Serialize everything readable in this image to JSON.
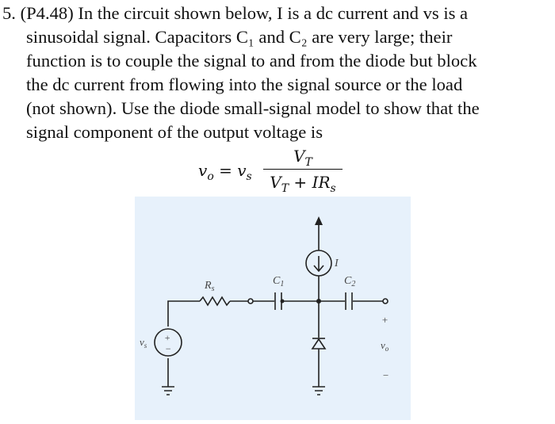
{
  "problem": {
    "lines": [
      "5. (P4.48) In the circuit shown below, I is a dc current and vs is a",
      "sinusoidal signal. Capacitors C₁ and C₂ are very large; their",
      "function is to couple the signal to and from the diode but block",
      "the dc current from flowing into the signal source or the load",
      "(not shown). Use the diode small-signal model to show that the",
      "signal component of the output voltage is"
    ]
  },
  "equation": {
    "lhs": "v",
    "lhs_sub": "o",
    "equals": " = ",
    "factor": "v",
    "factor_sub": "s",
    "numerator": "V",
    "numerator_sub": "T",
    "denominator_a": "V",
    "denominator_a_sub": "T",
    "denominator_plus": " + ",
    "denominator_b": "IR",
    "denominator_b_sub": "s"
  },
  "circuit": {
    "labels": {
      "rs": "R",
      "rs_sub": "s",
      "c1": "C",
      "c1_sub": "1",
      "c2": "C",
      "c2_sub": "2",
      "current": "I",
      "vs": "v",
      "vs_sub": "s",
      "vo": "v",
      "vo_sub": "o",
      "plus_source": "+",
      "minus_source": "−",
      "plus_out": "+",
      "minus_out": "−"
    }
  }
}
